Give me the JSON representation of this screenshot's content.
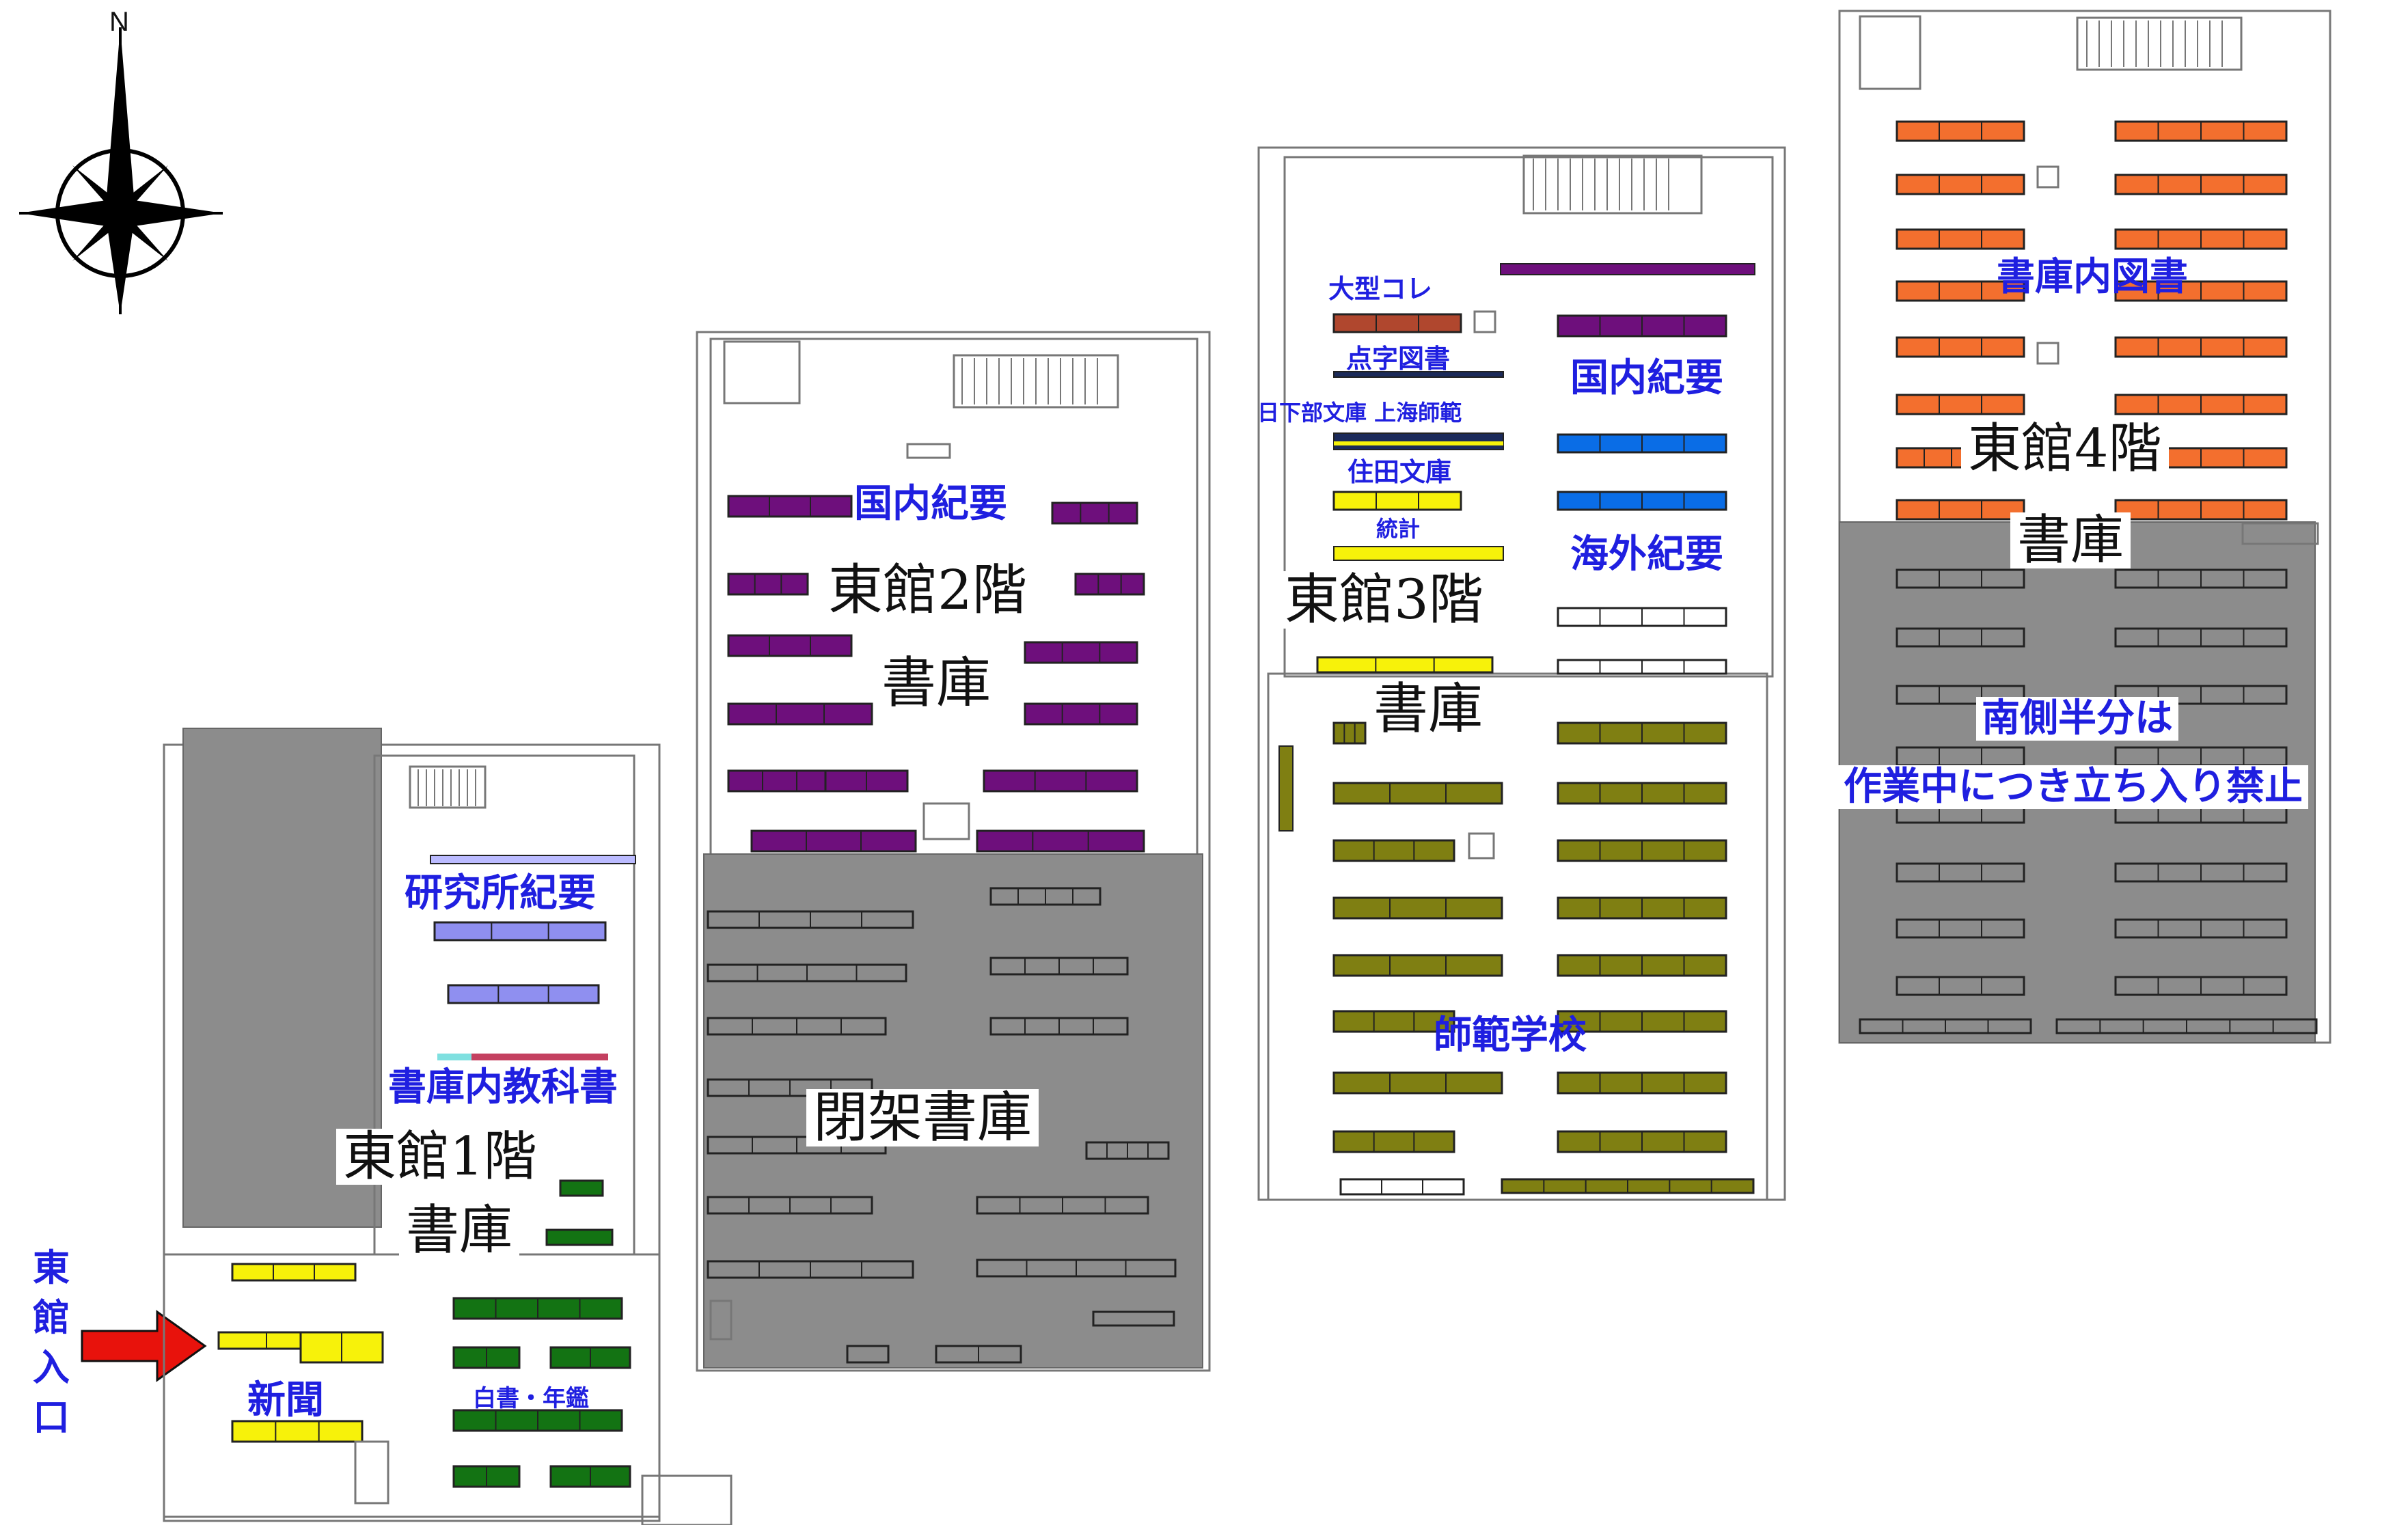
{
  "compass": {
    "north_label": "N",
    "icon": "compass-rose-icon"
  },
  "entrance": {
    "label_chars": [
      "東",
      "館",
      "入",
      "口"
    ],
    "arrow_color": "#e8120c",
    "icon": "entrance-arrow-icon"
  },
  "floors": {
    "f1": {
      "title_line1": "東館1階",
      "title_line2": "書庫",
      "labels": {
        "research_bulletins": "研究所紀要",
        "textbooks": "書庫内教科書",
        "newspapers": "新聞",
        "white_papers": "白書・年鑑"
      }
    },
    "f2": {
      "title_line1": "東館2階",
      "title_line2": "書庫",
      "labels": {
        "domestic_bulletins": "国内紀要",
        "closed_stacks": "閉架書庫"
      }
    },
    "f3": {
      "title_line1": "東館3階",
      "title_line2": "書庫",
      "labels": {
        "large_collection": "大型コレ",
        "braille": "点字図書",
        "kusakabe_shanghai": "日下部文庫 上海師範",
        "sumida": "住田文庫",
        "statistics": "統計",
        "domestic_bulletins": "国内紀要",
        "foreign_bulletins": "海外紀要",
        "normal_school": "師範学校"
      }
    },
    "f4": {
      "title_line1": "東館4階",
      "title_line2": "書庫",
      "labels": {
        "stack_books": "書庫内図書",
        "notice_line1": "南側半分は",
        "notice_line2": "作業中につき立ち入り禁止"
      }
    }
  },
  "colors": {
    "label_blue": "#1f1fe0",
    "restricted_gray": "#8c8c8c",
    "purple": "#6e0f7c",
    "olive": "#7f7f12",
    "orange": "#f36f2e",
    "green": "#137313",
    "yellow": "#f7f20a",
    "lavender": "#8f8ff0",
    "blue_shelf": "#0a6de6",
    "navy_shelf": "#1b2a5a",
    "brown_shelf": "#b0472e"
  }
}
